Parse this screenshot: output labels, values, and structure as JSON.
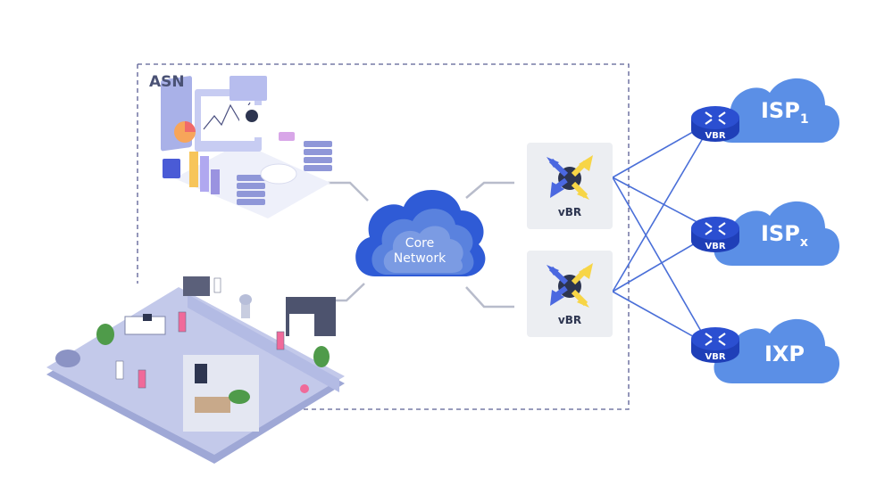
{
  "diagram": {
    "asn_boundary": {
      "label": "ASN"
    },
    "core": {
      "line1": "Core",
      "line2": "Network"
    },
    "edge_routers": [
      {
        "label": "vBR"
      },
      {
        "label": "vBR"
      }
    ],
    "peers": [
      {
        "name": "ISP",
        "subscript": "1",
        "router_label": "VBR"
      },
      {
        "name": "ISP",
        "subscript": "x",
        "router_label": "VBR"
      },
      {
        "name": "IXP",
        "subscript": "",
        "router_label": "VBR"
      }
    ],
    "illustrations": [
      {
        "name": "data-center-illustration"
      },
      {
        "name": "office-illustration"
      }
    ],
    "colors": {
      "dashed_border": "#5a5f95",
      "connector_gray": "#b8bccb",
      "link_blue": "#4a6fd8",
      "cloud_dark": "#2f5bd6",
      "cloud_mid": "#5a82de",
      "cloud_light": "#7b9be3",
      "peer_cloud": "#5b8fe6",
      "router_blue": "#2b4fd1",
      "card_bg": "#eceef2",
      "arrow_yellow": "#f7d546",
      "arrow_blue": "#4b68e0"
    }
  }
}
